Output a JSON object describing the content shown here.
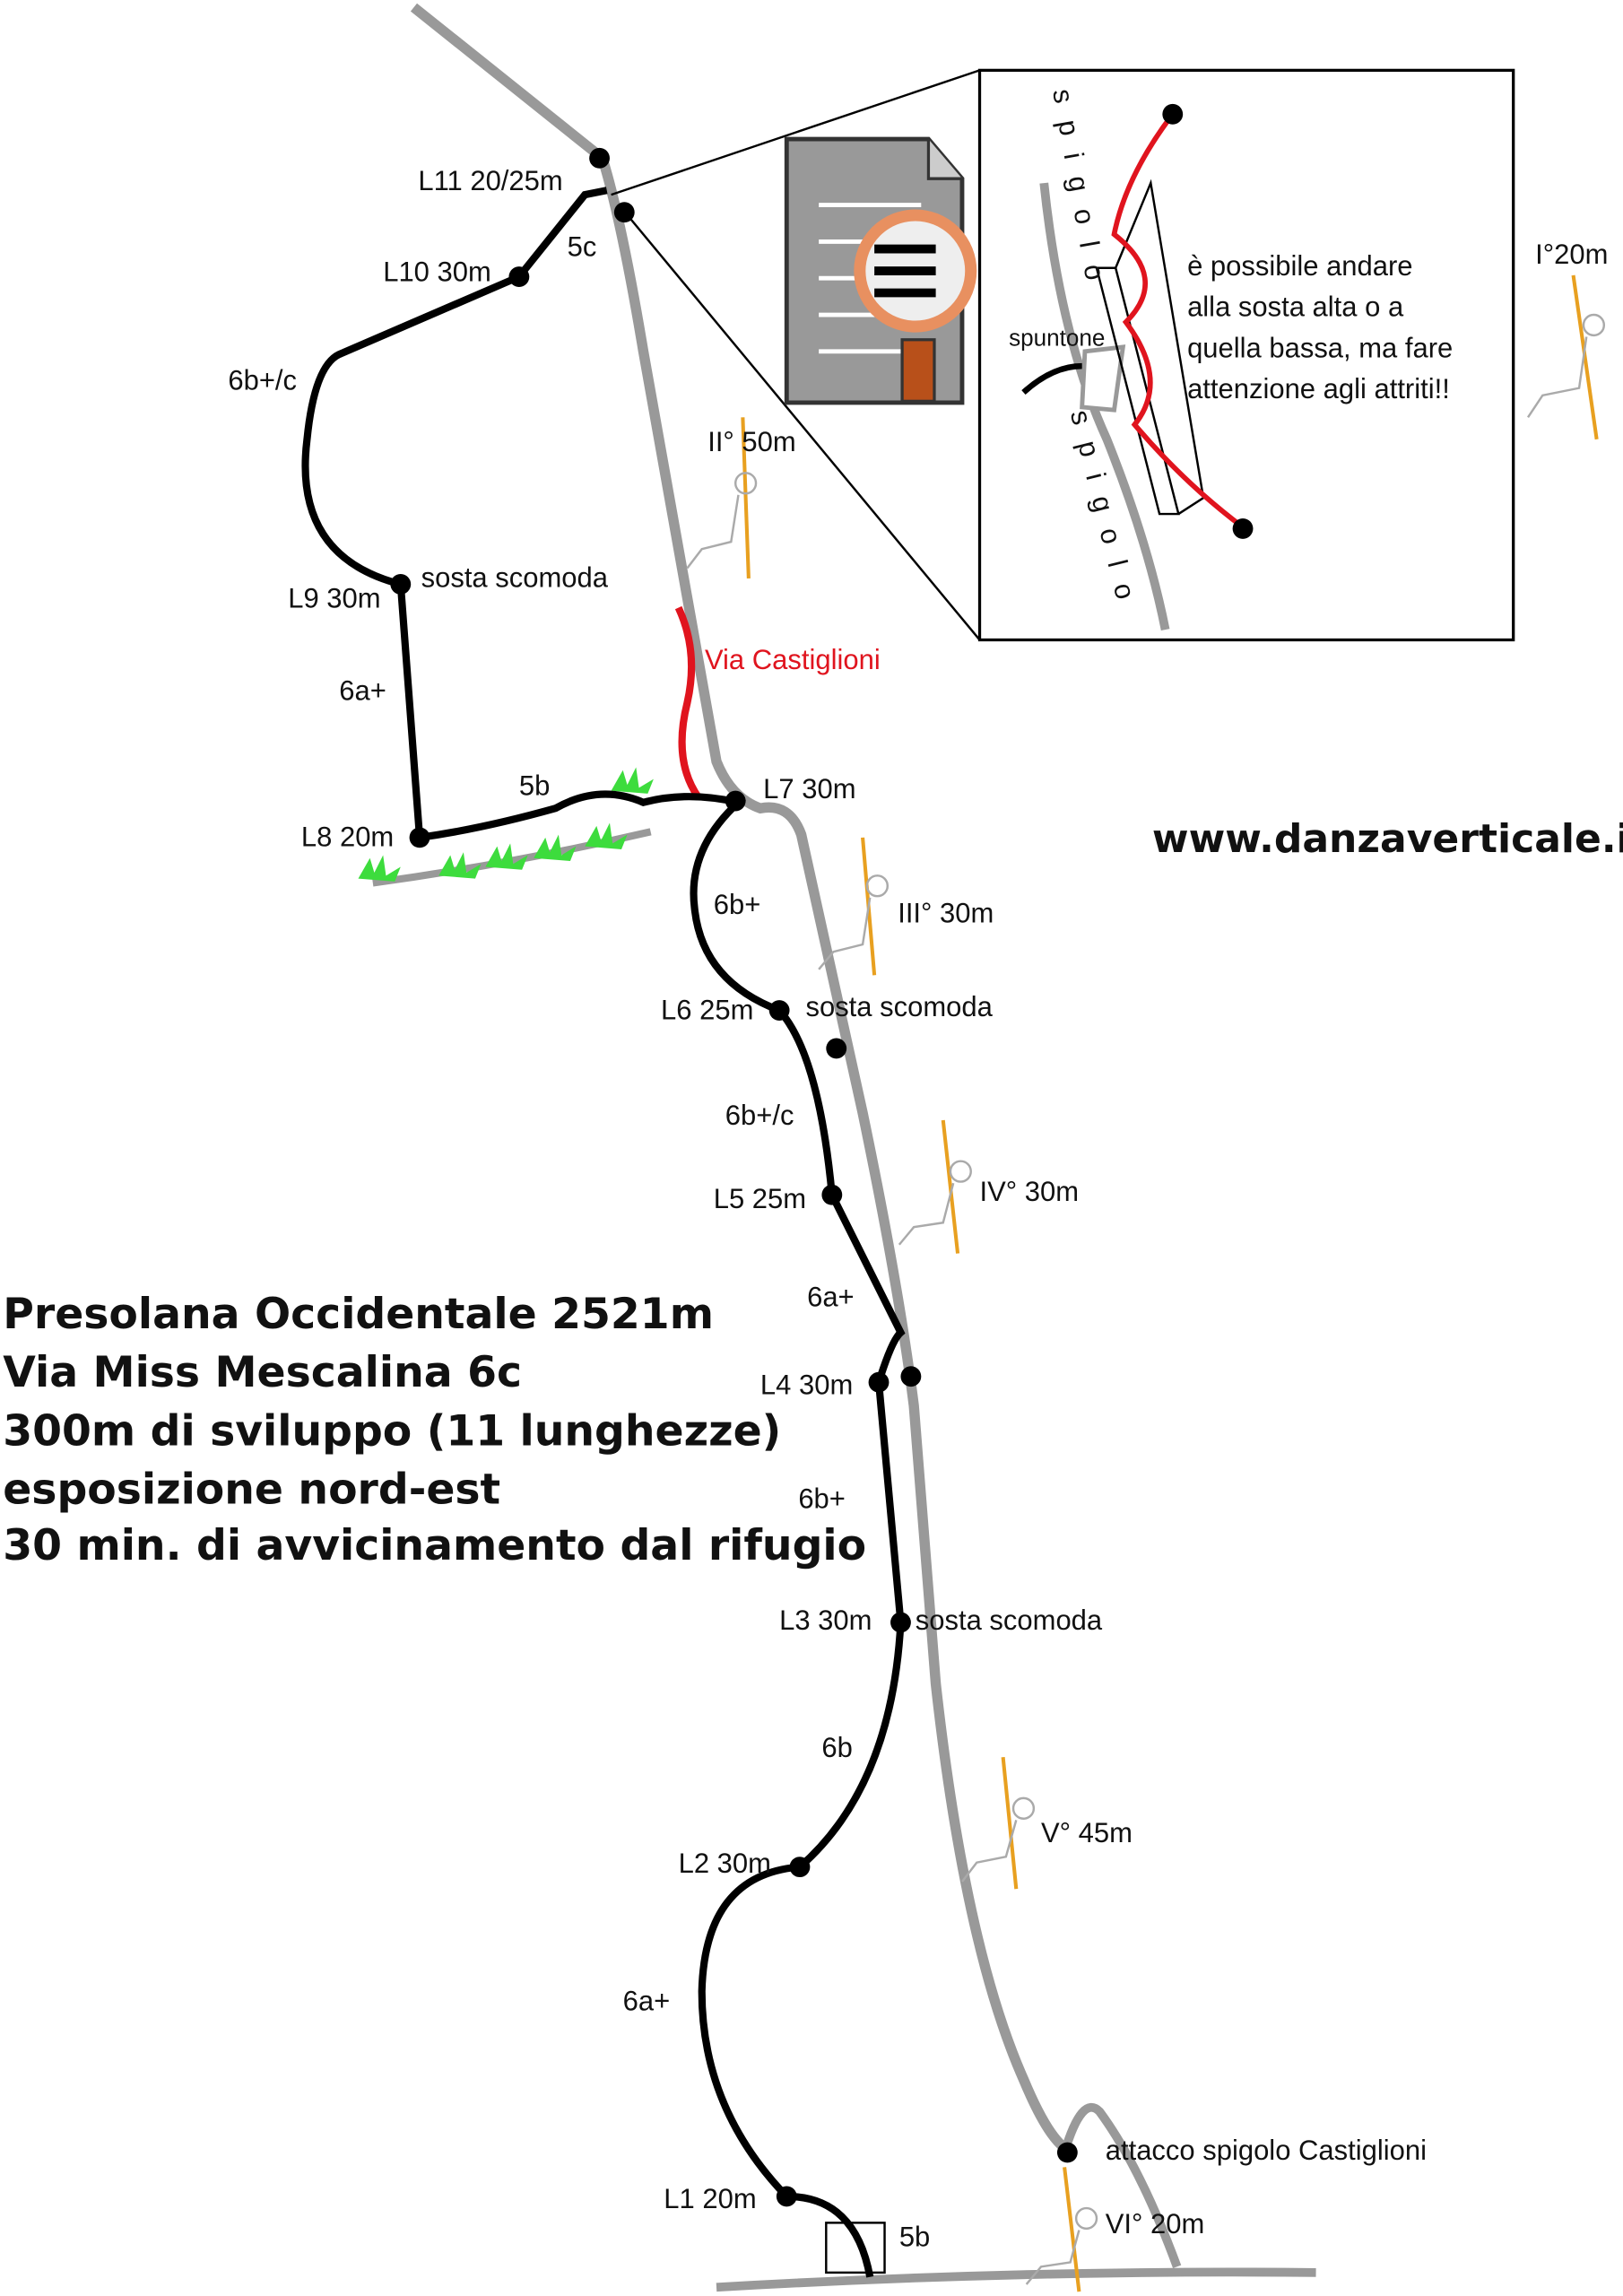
{
  "info": {
    "line1": "Presolana Occidentale 2521m",
    "line2": "Via Miss Mescalina 6c",
    "line3": "300m di sviluppo (11 lunghezze)",
    "line4": "esposizione nord-est",
    "line5": "30 min. di avvicinamento dal rifugio"
  },
  "website": "www.danzaverticale.it",
  "belays": {
    "l1": "L1 20m",
    "l2": "L2 30m",
    "l3": "L3 30m",
    "l4": "L4 30m",
    "l5": "L5 25m",
    "l6": "L6 25m",
    "l7": "L7 30m",
    "l8": "L8 20m",
    "l9": "L9 30m",
    "l10": "L10 30m",
    "l11": "L11 20/25m"
  },
  "grades": {
    "p1": "6a+",
    "p2": "6b",
    "p3": "6b+",
    "p4": "6a+",
    "p5": "6b+/c",
    "p6": "6b+",
    "p7": "5b",
    "p8": "6a+",
    "p9": "6b+/c",
    "p10": "5c",
    "start": "5b"
  },
  "notes": {
    "sosta_l9": "sosta scomoda",
    "sosta_l6": "sosta scomoda",
    "sosta_l3": "sosta scomoda",
    "attacco": "attacco spigolo Castiglioni",
    "via_castiglioni": "Via Castiglioni"
  },
  "castiglioni_pitches": {
    "i": "I°20m",
    "ii": "II° 50m",
    "iii": "III° 30m",
    "iv": "IV° 30m",
    "v": "V° 45m",
    "vi": "VI° 20m"
  },
  "inset": {
    "spigolo": "spigolo",
    "spuntone": "spuntone",
    "note1": "è possibile andare",
    "note2": "alla sosta alta o a",
    "note3": "quella bassa, ma fare",
    "note4": "attenzione agli attriti!!"
  },
  "colors": {
    "route": "#000000",
    "ridge": "#999999",
    "castiglioni": "#e0141e",
    "grass": "#3ddc3d",
    "climber_rope": "#e8a020"
  }
}
